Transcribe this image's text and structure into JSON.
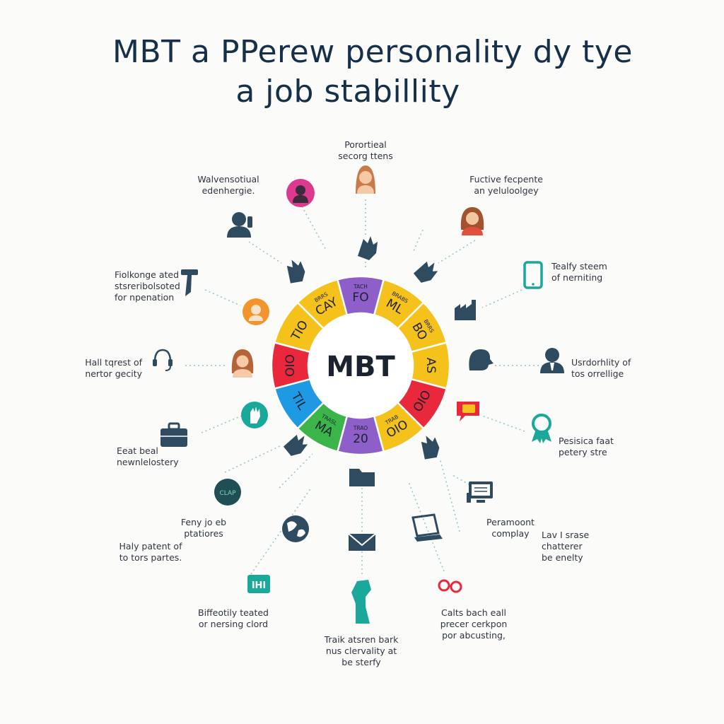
{
  "title": {
    "line1": "MBT a PPerew personality dy tye",
    "line2": "a job stabillity"
  },
  "center": {
    "label": "MBT"
  },
  "colors": {
    "purple": "#8e5fc8",
    "yellow": "#f5c21b",
    "red": "#e9283c",
    "blue": "#1d9ae3",
    "green": "#3bb54a",
    "icon_dark": "#2f4b60",
    "teal": "#1aa89a",
    "orange": "#f2952c",
    "pink": "#dd3a8f"
  },
  "ring_segments": [
    {
      "color": "yellow",
      "small": "BRABS",
      "big": "ML"
    },
    {
      "color": "yellow",
      "small": "BRRS",
      "big": "BO"
    },
    {
      "color": "yellow",
      "small": "",
      "big": "AS"
    },
    {
      "color": "red",
      "small": "",
      "big": "OIO"
    },
    {
      "color": "yellow",
      "small": "TRAB",
      "big": "OIO"
    },
    {
      "color": "purple",
      "small": "TRAO",
      "big": "20"
    },
    {
      "color": "green",
      "small": "TRASL",
      "big": "MA"
    },
    {
      "color": "blue",
      "small": "",
      "big": "TIL"
    },
    {
      "color": "red",
      "small": "",
      "big": "OIO"
    },
    {
      "color": "yellow",
      "small": "",
      "big": "TIO"
    },
    {
      "color": "yellow",
      "small": "BRRS",
      "big": "CAY"
    },
    {
      "color": "purple",
      "small": "TACH",
      "big": "FO"
    }
  ],
  "labels": [
    {
      "text": "Porortieal\nsecorg ttens",
      "align": "center"
    },
    {
      "text": "Walvensotiual\nedenhergie.",
      "align": "center"
    },
    {
      "text": "Fuctive fecpente\nan yeluloolgey",
      "align": "center"
    },
    {
      "text": "Fiolkonge ated\nstsreribolsoted\nfor npenation",
      "align": "left"
    },
    {
      "text": "Tealfy steem\nof nerniting",
      "align": "left"
    },
    {
      "text": "Hall tqrest of\nnertor gecity",
      "align": "right"
    },
    {
      "text": "Usrdorhlity of\ntos orrellige",
      "align": "left"
    },
    {
      "text": "Eeat beal\nnewnlelostery",
      "align": "left"
    },
    {
      "text": "Pesisica faat\npetery stre",
      "align": "left"
    },
    {
      "text": "Feny jo eb\nptatiores",
      "align": "center"
    },
    {
      "text": "Peramoont\ncomplay",
      "align": "center"
    },
    {
      "text": "Haly patent of\nto tors partes.",
      "align": "center"
    },
    {
      "text": "Lav I srase\nchatterer\nbe enelty",
      "align": "left"
    },
    {
      "text": "Biffeotily teated\nor nersing clord",
      "align": "center"
    },
    {
      "text": "Calts bach eall\nprecer cerkpon\npor abcusting,",
      "align": "center"
    },
    {
      "text": "Traik atsren bark\nnus clervality at\nbe sterfy",
      "align": "center"
    }
  ],
  "icons": [
    {
      "name": "woman-avatar-icon"
    },
    {
      "name": "pink-gear-person-icon"
    },
    {
      "name": "man-phone-icon"
    },
    {
      "name": "woman-brown-hair-icon"
    },
    {
      "name": "hammer-icon"
    },
    {
      "name": "tablet-icon"
    },
    {
      "name": "orange-person-icon"
    },
    {
      "name": "factory-icon"
    },
    {
      "name": "headset-icon"
    },
    {
      "name": "woman-avatar-icon-2"
    },
    {
      "name": "profile-head-icon"
    },
    {
      "name": "businessman-icon"
    },
    {
      "name": "teal-hand-icon"
    },
    {
      "name": "speech-bubble-icon"
    },
    {
      "name": "briefcase-icon"
    },
    {
      "name": "award-ribbon-icon"
    },
    {
      "name": "clap-badge-icon",
      "text": "CLAP"
    },
    {
      "name": "computer-icon"
    },
    {
      "name": "globe-icon"
    },
    {
      "name": "laptop-icon"
    },
    {
      "name": "teal-frame-icon",
      "text": "IHI"
    },
    {
      "name": "envelope-icon"
    },
    {
      "name": "folder-icon"
    },
    {
      "name": "handcuffs-icon"
    },
    {
      "name": "raised-hand-icon"
    }
  ]
}
